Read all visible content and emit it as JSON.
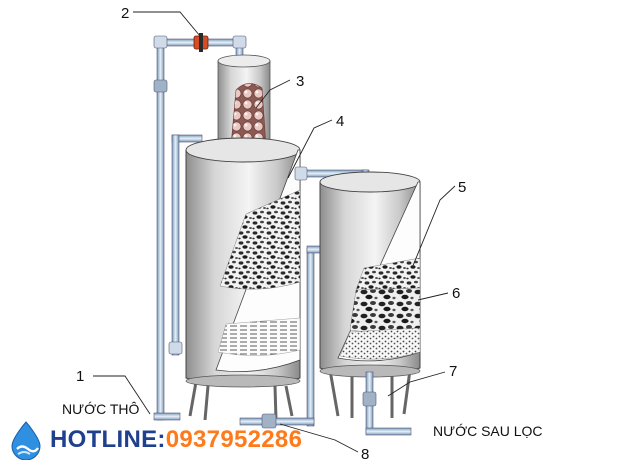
{
  "callouts": {
    "n1": "1",
    "n2": "2",
    "n3": "3",
    "n4": "4",
    "n5": "5",
    "n6": "6",
    "n7": "7",
    "n8": "8"
  },
  "labels": {
    "raw_water": "NƯỚC THÔ",
    "filtered_water": "NƯỚC SAU LỌC"
  },
  "hotline": {
    "label": "HOTLINE:",
    "number": "0937952286",
    "label_color": "#1f3f8f",
    "number_color": "#ff7a1a"
  },
  "icons": [
    "water-drop-icon"
  ]
}
